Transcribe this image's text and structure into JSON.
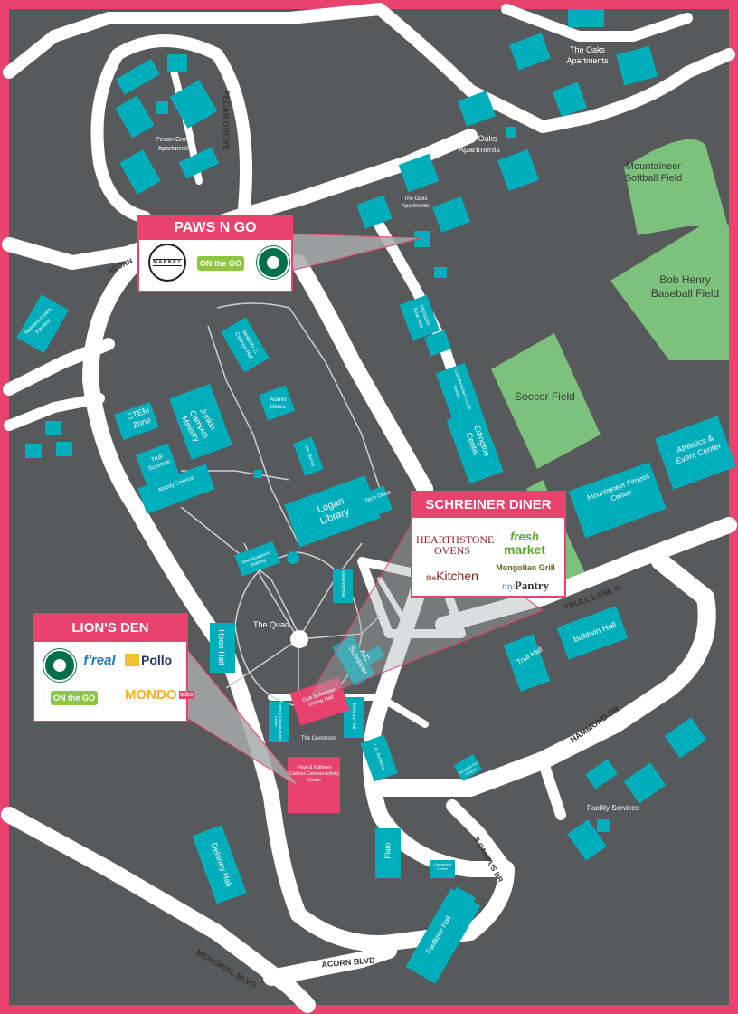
{
  "colors": {
    "frame": "#e8436c",
    "background": "#58595b",
    "road": "#ffffff",
    "building": "#00aebb",
    "field": "#7cc27c",
    "callout_accent": "#e8436c"
  },
  "labels": {
    "the_oaks_apartments_1": "The Oaks Apartments",
    "the_oaks_apartments_2": "The Oaks Apartments",
    "the_oaks_apartments_3": "The Oaks Apartments",
    "pecan_grove_apartments": "Pecan Grove Apartments",
    "pecan_grove": "PECAN GROVE",
    "acorn_top": "ACORN",
    "mountaineer_softball_field": "Mountaineer Softball Field",
    "bob_henry_baseball_field": "Bob Henry Baseball Field",
    "soccer_field": "Soccer Field",
    "robbins_lewis_pavilion": "Robbins-Lewis Pavilion",
    "cailloux_hall": "Sesholtz C. Cailloux Hall",
    "hanszen_fine_arts": "Hanszen Fine Arts",
    "alumni_house": "Alumni House",
    "stem_zone": "STEM Zone",
    "junkin_campus_ministry": "Junkin Campus Ministry",
    "trull_science": "Trull Science",
    "moody_science": "Moody Science",
    "tom_murray": "Tom Murray",
    "logan_library": "Logan Library",
    "tech_office": "Tech Office",
    "edington_center": "Edington Center",
    "doyle_center": "Lois Strickland Doyle Center",
    "mountaineer_fitness_center": "Mountaineer Fitness Center",
    "athletics_event_center": "Athletics & Event Center",
    "weir_academic_building": "Weir Academic Building",
    "delaney_hall_small": "Delaney Hall",
    "the_quad": "The Quad",
    "hoon_hall": "Hoon Hall",
    "ac_schreiner": "A.C. Schreiner",
    "trull_lane_n": "TRULL LANE N",
    "baldwin_hall": "Baldwin Hall",
    "trull_hall": "Trull Hall",
    "hammond_dr": "HAMMOND DR",
    "gus_schreiner_dining_hall": "Gus Schreiner Dining Hall",
    "tobey_callicutt": "Tobey & Callicutt Alumni Center",
    "the_commons": "The Commons",
    "delaney_hall_commons": "Delaney Hall",
    "la_schreiner": "L.A. Schreiner",
    "cailloux_activity_center": "Floyd & Kathleen Cailloux Campus Activity Center",
    "schreiner_guy_chapel": "Schreiner-Guy Chapel",
    "facility_services": "Facility Services",
    "flato": "Flato",
    "counseling_center": "Counseling Center",
    "s_campus_dr": "S CAMPUS DR",
    "delaney_hall_bottom": "Delaney Hall",
    "faulkner_hall": "Faulkner Hall",
    "memorial_blvd": "MEMORIAL BLVD",
    "acorn_blvd": "ACORN BLVD"
  },
  "callouts": {
    "paws": {
      "title": "PAWS N GO",
      "market": "MARKET",
      "on_the_go": "ON the GO",
      "starbucks_icon": "starbucks-icon"
    },
    "schreiner": {
      "title": "SCHREINER DINER",
      "hearthstone": "HEARTHSTONE OVENS",
      "fresh": "fresh",
      "market": "market",
      "the_kitchen_prefix": "the",
      "the_kitchen": "Kitchen",
      "mongolian_grill": "Mongolian Grill",
      "my": "my",
      "pantry": "Pantry"
    },
    "lions": {
      "title": "LION'S DEN",
      "starbucks_icon": "starbucks-icon",
      "freal": "f'real",
      "pollo": "Pollo",
      "on_the_go": "ON the GO",
      "mondo": "MONDO",
      "subs": "subs"
    }
  }
}
